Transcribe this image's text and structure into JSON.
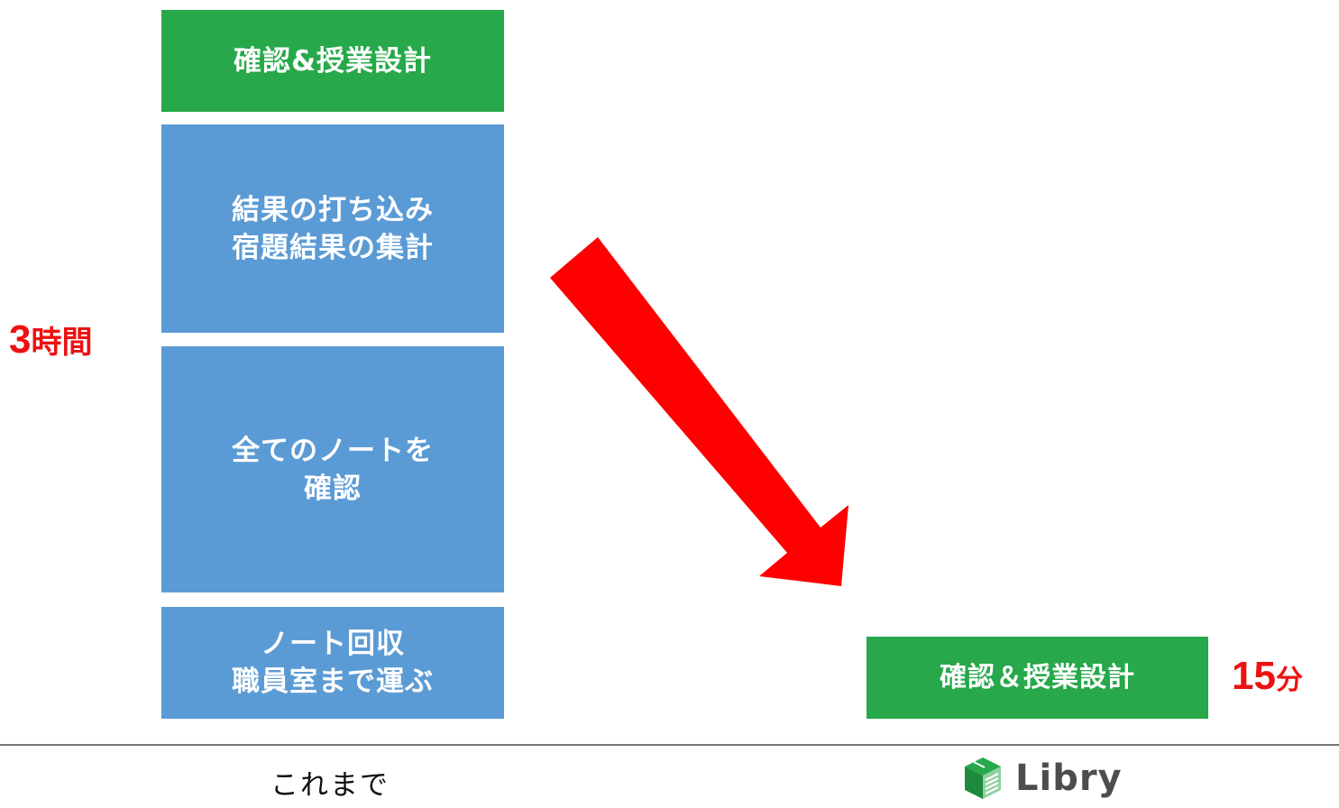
{
  "before": {
    "blocks": [
      {
        "lines": [
          "確認&授業設計"
        ]
      },
      {
        "lines": [
          "結果の打ち込み",
          "宿題結果の集計"
        ]
      },
      {
        "lines": [
          "全てのノートを",
          "確認"
        ]
      },
      {
        "lines": [
          "ノート回収",
          "職員室まで運ぶ"
        ]
      }
    ],
    "time_number": "3",
    "time_unit": "時間",
    "caption": "これまで"
  },
  "after": {
    "block": "確認＆授業設計",
    "time_number": "15",
    "time_unit": "分",
    "logo_text": "Libry"
  },
  "colors": {
    "green": "#27a84a",
    "blue": "#5b9bd5",
    "red": "#ee1111",
    "arrow": "#ff0000"
  },
  "icons": {
    "arrow": "down-right-arrow-icon",
    "logo": "libry-book-logo-icon"
  }
}
